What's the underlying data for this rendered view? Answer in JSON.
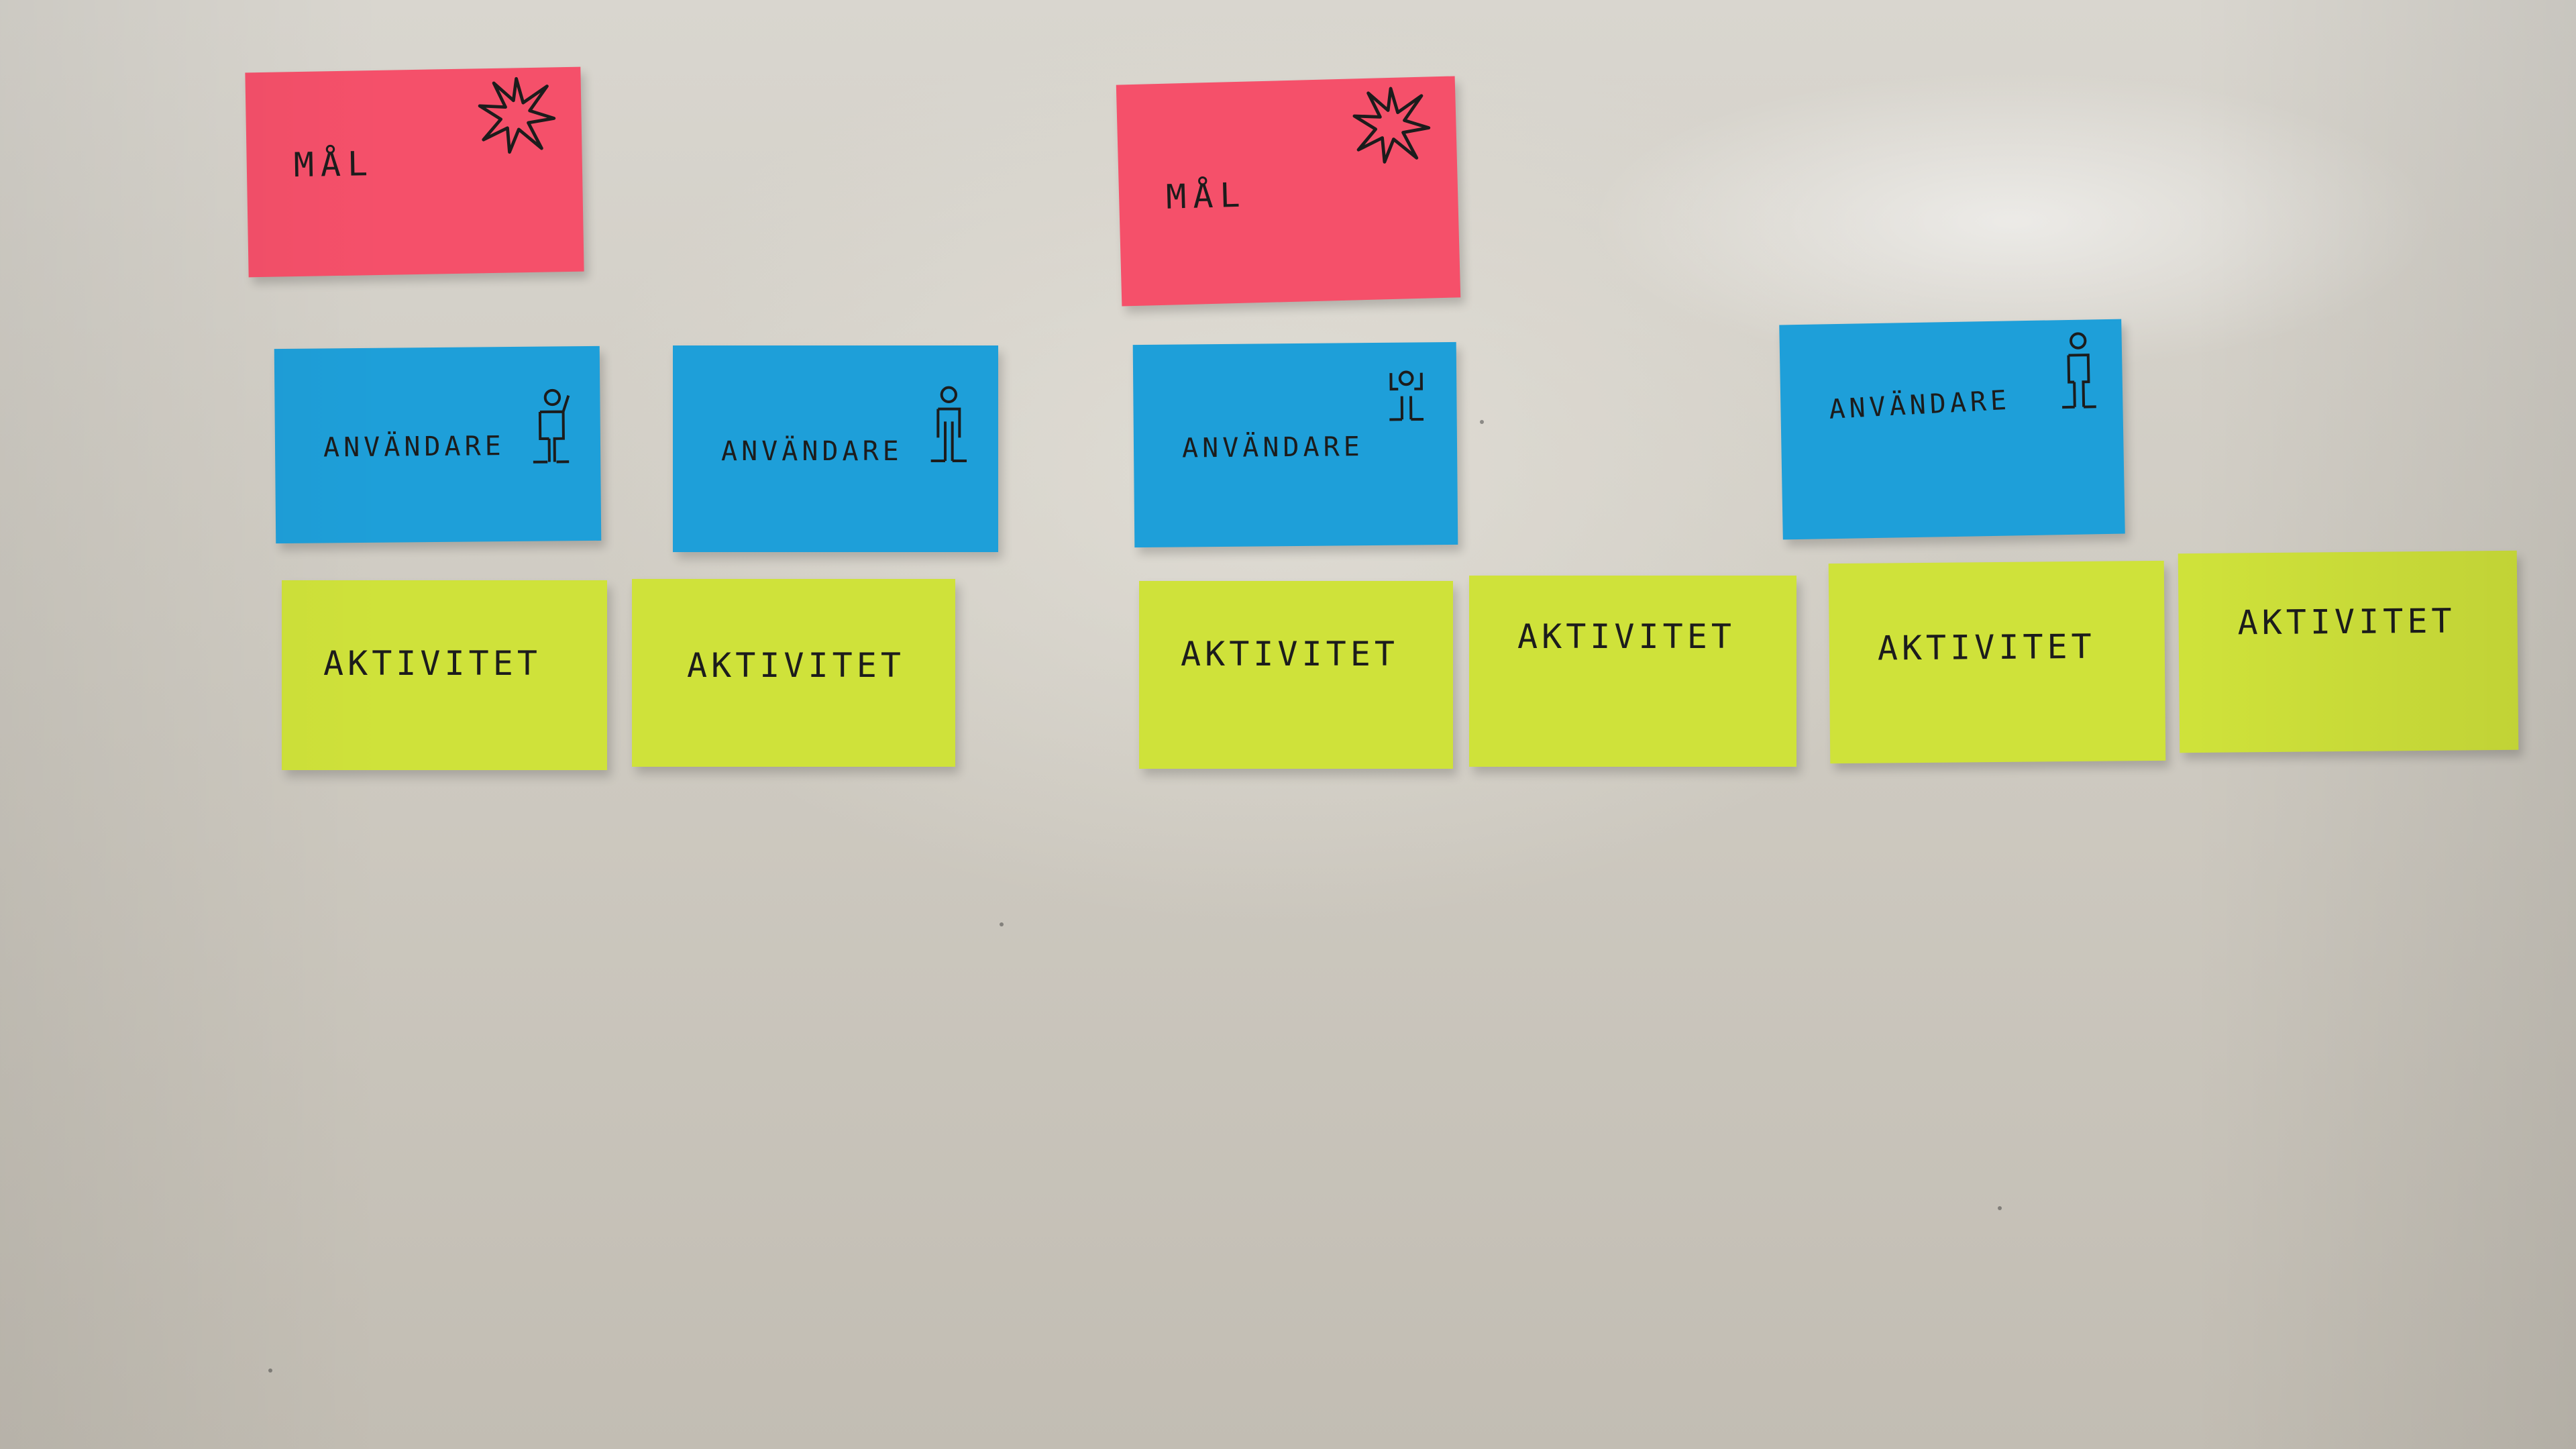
{
  "board": {
    "surface": "whiteboard",
    "colors": {
      "goal": "#f5506a",
      "user": "#1e9fd9",
      "activity": "#cfe23a"
    }
  },
  "goals": [
    {
      "label": "MÅL",
      "icon": "burst-icon"
    },
    {
      "label": "MÅL",
      "icon": "burst-icon"
    }
  ],
  "users": [
    {
      "label": "ANVÄNDARE",
      "icon": "person-icon"
    },
    {
      "label": "ANVÄNDARE",
      "icon": "person-icon"
    },
    {
      "label": "ANVÄNDARE",
      "icon": "person-icon"
    },
    {
      "label": "ANVÄNDARE",
      "icon": "person-icon"
    }
  ],
  "activities": [
    {
      "label": "AKTIVITET"
    },
    {
      "label": "AKTIVITET"
    },
    {
      "label": "AKTIVITET"
    },
    {
      "label": "AKTIVITET"
    },
    {
      "label": "AKTIVITET"
    },
    {
      "label": "AKTIVITET"
    }
  ]
}
